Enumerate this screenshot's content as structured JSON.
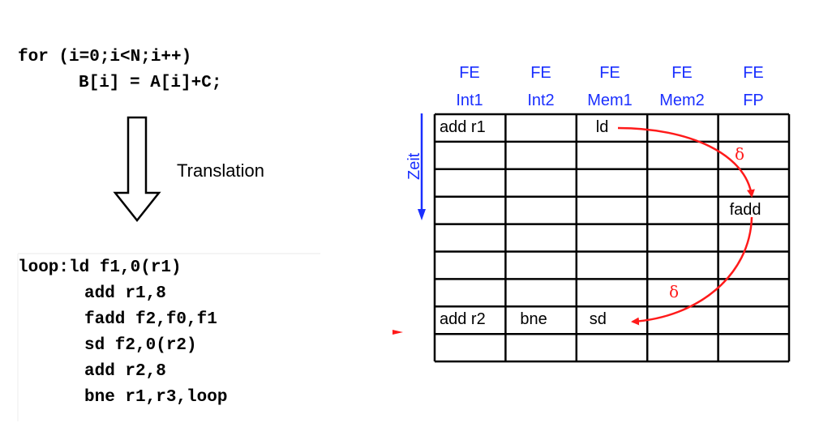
{
  "source_code": {
    "line1": "for (i=0;i<N;i++)",
    "line2": "B[i] = A[i]+C;"
  },
  "translation_label": "Translation",
  "assembly": [
    "loop:ld f1,0(r1)",
    "add r1,8",
    "fadd f2,f0,f1",
    "sd f2,0(r2)",
    "add r2,8",
    "bne r1,r3,loop"
  ],
  "table": {
    "columns": [
      {
        "top": "FE",
        "bottom": "Int1"
      },
      {
        "top": "FE",
        "bottom": "Int2"
      },
      {
        "top": "FE",
        "bottom": "Mem1"
      },
      {
        "top": "FE",
        "bottom": "Mem2"
      },
      {
        "top": "FE",
        "bottom": "FP"
      }
    ],
    "row_count": 9,
    "cells": [
      {
        "row": 0,
        "col": 0,
        "text": "add r1"
      },
      {
        "row": 0,
        "col": 2,
        "text": "ld"
      },
      {
        "row": 3,
        "col": 4,
        "text": "fadd"
      },
      {
        "row": 7,
        "col": 0,
        "text": "add r2"
      },
      {
        "row": 7,
        "col": 1,
        "text": "bne"
      },
      {
        "row": 7,
        "col": 2,
        "text": "sd"
      }
    ]
  },
  "time_axis_label": "Zeit",
  "dependency_symbol": "δ",
  "colors": {
    "header_blue": "#1a2fff",
    "dependency_red": "#ff1a1a",
    "grid": "#000000"
  }
}
